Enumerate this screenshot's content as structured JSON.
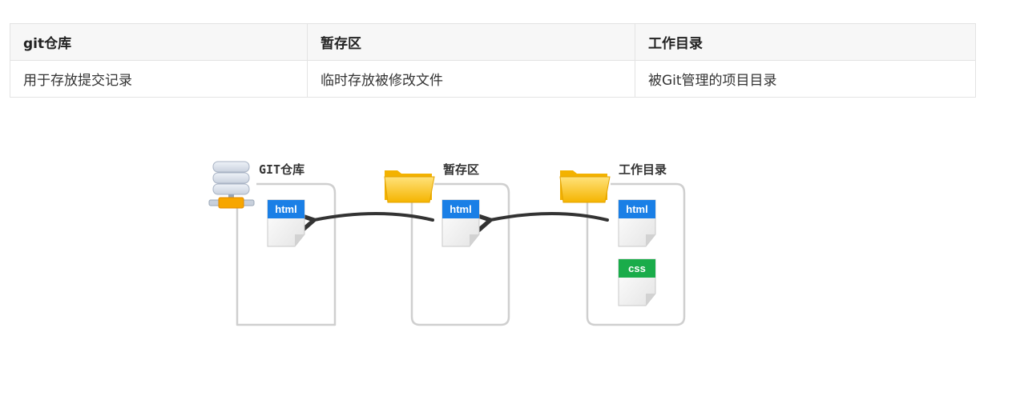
{
  "table": {
    "headers": [
      "git仓库",
      "暂存区",
      "工作目录"
    ],
    "rows": [
      [
        "用于存放提交记录",
        "临时存放被修改文件",
        "被Git管理的项目目录"
      ]
    ]
  },
  "diagram": {
    "zones": [
      {
        "label": "GIT仓库",
        "icon": "database-icon"
      },
      {
        "label": "暂存区",
        "icon": "folder-icon"
      },
      {
        "label": "工作目录",
        "icon": "folder-icon"
      }
    ],
    "files": [
      {
        "zone": "GIT仓库",
        "label": "html",
        "color": "#1a7fe6"
      },
      {
        "zone": "暂存区",
        "label": "html",
        "color": "#1a7fe6"
      },
      {
        "zone": "工作目录",
        "label": "html",
        "color": "#1a7fe6"
      },
      {
        "zone": "工作目录",
        "label": "css",
        "color": "#1aac4a"
      }
    ],
    "flow": [
      "工作目录",
      "暂存区",
      "GIT仓库"
    ]
  }
}
